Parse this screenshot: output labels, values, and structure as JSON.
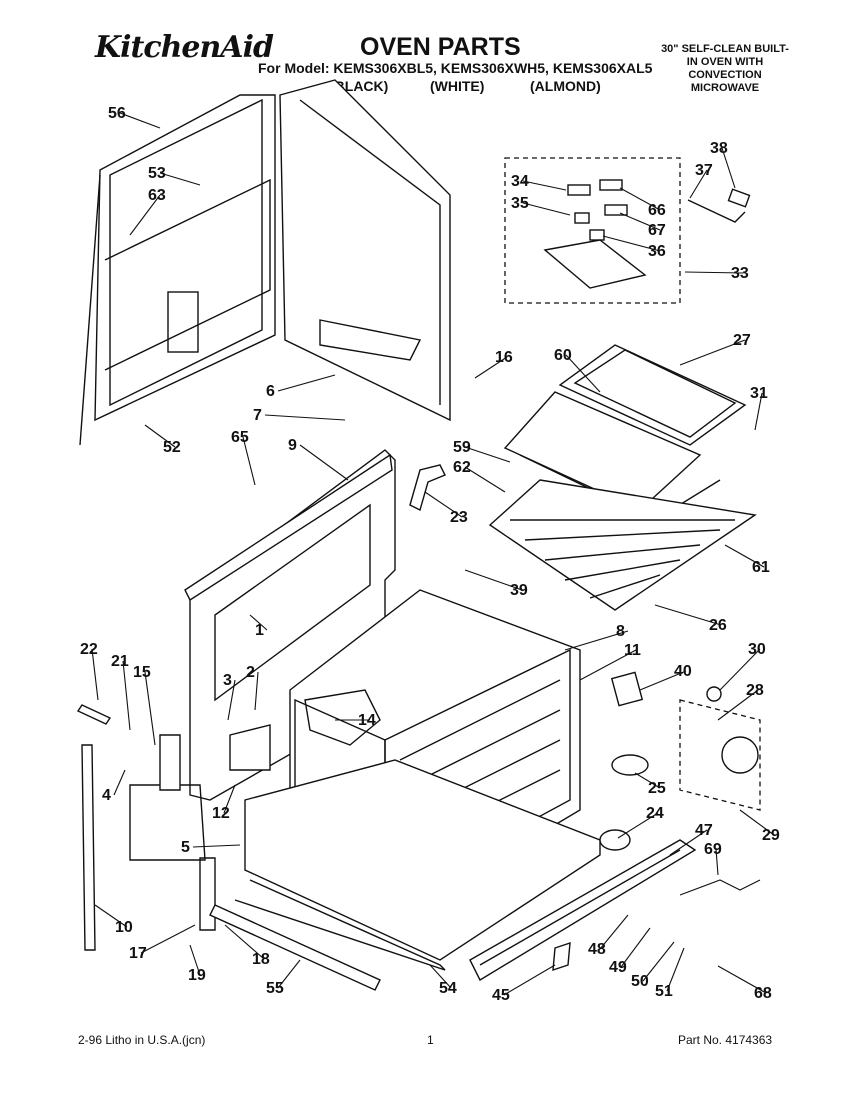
{
  "header": {
    "brand": "KitchenAid",
    "title": "OVEN PARTS",
    "model_line": "For Model: KEMS306XBL5, KEMS306XWH5, KEMS306XAL5",
    "colors": [
      "(BLACK)",
      "(WHITE)",
      "(ALMOND)"
    ],
    "description": "30\" SELF-CLEAN BUILT-IN OVEN WITH CONVECTION MICROWAVE"
  },
  "footer": {
    "litho": "2-96 Litho in U.S.A.(jcn)",
    "page_number": "1",
    "part_number": "Part No. 4174363"
  },
  "callouts": [
    "56",
    "53",
    "63",
    "52",
    "6",
    "7",
    "16",
    "60",
    "27",
    "31",
    "59",
    "62",
    "61",
    "26",
    "34",
    "35",
    "66",
    "67",
    "36",
    "37",
    "38",
    "33",
    "65",
    "9",
    "23",
    "39",
    "1",
    "8",
    "11",
    "40",
    "30",
    "28",
    "22",
    "21",
    "15",
    "3",
    "2",
    "14",
    "4",
    "12",
    "25",
    "29",
    "5",
    "24",
    "47",
    "69",
    "10",
    "17",
    "19",
    "18",
    "55",
    "54",
    "45",
    "48",
    "49",
    "50",
    "51",
    "68"
  ]
}
